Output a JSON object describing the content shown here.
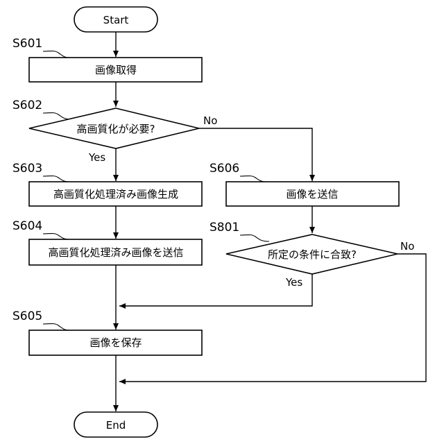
{
  "flowchart": {
    "start": "Start",
    "end": "End",
    "steps": {
      "s601": {
        "id": "S601",
        "text": "画像取得"
      },
      "s602": {
        "id": "S602",
        "text": "高画質化が必要?"
      },
      "s603": {
        "id": "S603",
        "text": "高画質化処理済み画像生成"
      },
      "s604": {
        "id": "S604",
        "text": "高画質化処理済み画像を送信"
      },
      "s605": {
        "id": "S605",
        "text": "画像を保存"
      },
      "s606": {
        "id": "S606",
        "text": "画像を送信"
      },
      "s801": {
        "id": "S801",
        "text": "所定の条件に合致?"
      }
    },
    "branches": {
      "s602_yes": "Yes",
      "s602_no": "No",
      "s801_yes": "Yes",
      "s801_no": "No"
    }
  }
}
